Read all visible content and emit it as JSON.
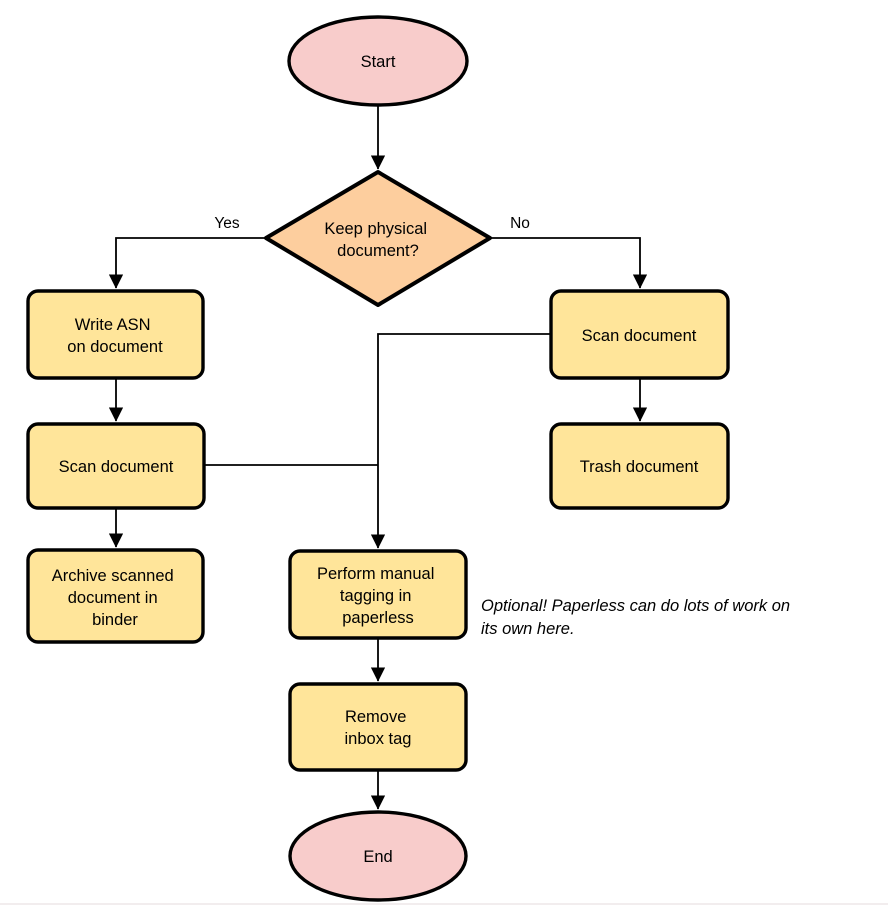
{
  "diagram": {
    "colors": {
      "terminal_fill": "#f8cccb",
      "decision_fill": "#fdce9e",
      "process_fill": "#ffe59a",
      "stroke": "#000000",
      "footer_line": "#f2edee"
    },
    "nodes": {
      "start": {
        "label": "Start"
      },
      "decision": {
        "line1": "Keep physical",
        "line2": "document?"
      },
      "write_asn": {
        "line1": "Write ASN",
        "line2": "on document"
      },
      "scan_left": {
        "label": "Scan document"
      },
      "archive": {
        "line1": "Archive scanned",
        "line2": "document in",
        "line3": "binder"
      },
      "scan_right": {
        "label": "Scan document"
      },
      "trash": {
        "label": "Trash document"
      },
      "perform": {
        "line1": "Perform manual",
        "line2": "tagging in",
        "line3": "paperless"
      },
      "remove": {
        "line1": "Remove",
        "line2": "inbox tag"
      },
      "end": {
        "label": "End"
      }
    },
    "edge_labels": {
      "yes": "Yes",
      "no": "No"
    },
    "note": {
      "line1": "Optional! Paperless can do lots of work on",
      "line2": "its own here."
    }
  }
}
